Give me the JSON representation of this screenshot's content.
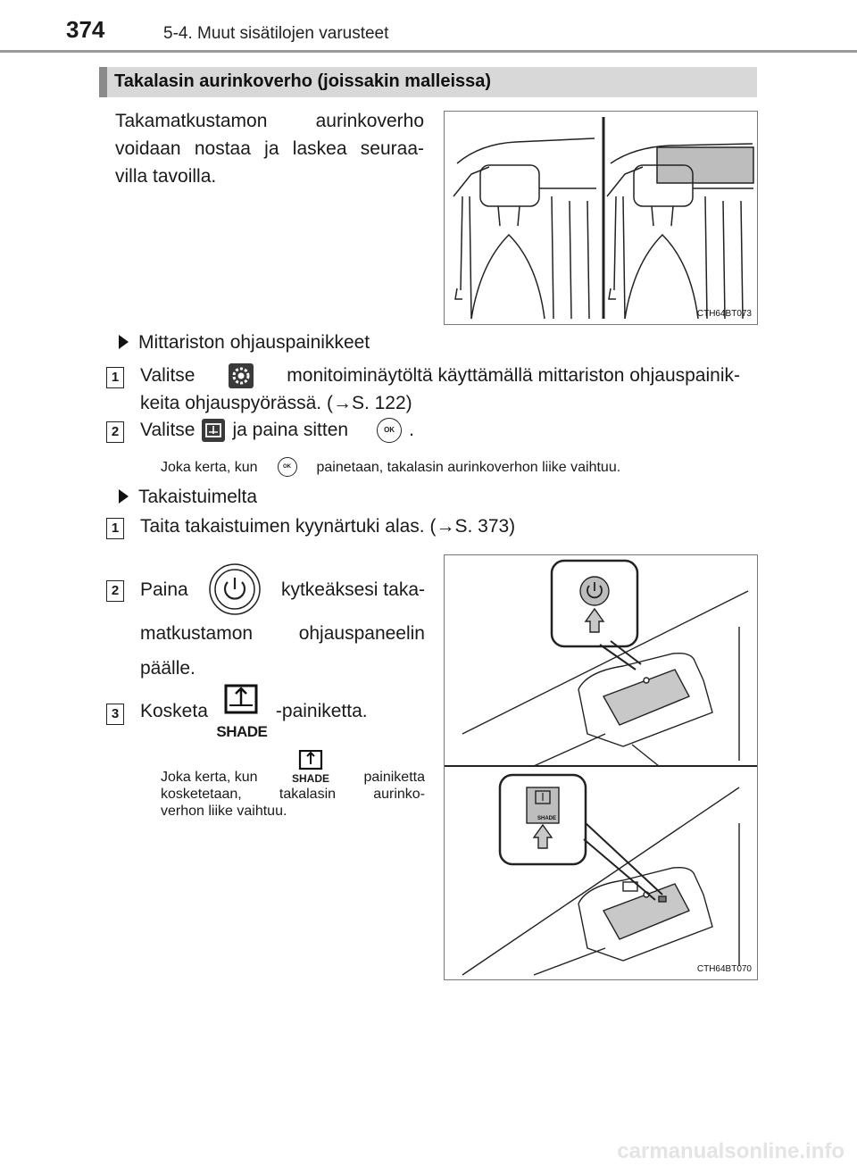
{
  "header": {
    "page_number": "374",
    "chapter": "5-4. Muut sisätilojen varusteet"
  },
  "section": {
    "title": "Takalasin aurinkoverho (joissakin malleissa)"
  },
  "intro": {
    "line1": "Takamatkustamon aurinkoverho",
    "line2": "voidaan nostaa ja laskea seuraa-",
    "line3": "villa tavoilla."
  },
  "figure_top": {
    "code": "CTH64BT073"
  },
  "method1": {
    "heading": "Mittariston ohjauspainikkeet",
    "step1": {
      "num": "1",
      "part1": "Valitse",
      "part2": "monitoiminäytöltä käyttämällä mittariston ohjauspainik-",
      "part3": "keita ohjauspyörässä. (→S. 122)"
    },
    "step2": {
      "num": "2",
      "part1": "Valitse",
      "part2": "ja paina sitten",
      "part3": "."
    },
    "note": {
      "part1": "Joka kerta, kun",
      "part2": "painetaan, takalasin aurinkoverhon liike vaihtuu."
    },
    "ok_label": "OK"
  },
  "method2": {
    "heading": "Takaistuimelta",
    "step1": {
      "num": "1",
      "text": "Taita takaistuimen kyynärtuki alas. (→S. 373)"
    },
    "step2": {
      "num": "2",
      "part1": "Paina",
      "part2": "kytkeäksesi taka-",
      "line2": "matkustamon ohjauspaneelin",
      "line3": "päälle."
    },
    "step3": {
      "num": "3",
      "part1": "Kosketa",
      "part2": "-painiketta."
    },
    "note": {
      "part1": "Joka kerta, kun",
      "part2": "painiketta",
      "line2": "kosketetaan, takalasin aurinko-",
      "line3": "verhon liike vaihtuu."
    },
    "shade_label": "SHADE"
  },
  "figure_bottom": {
    "code": "CTH64BT070"
  },
  "watermark": "carmanualsonline.info"
}
